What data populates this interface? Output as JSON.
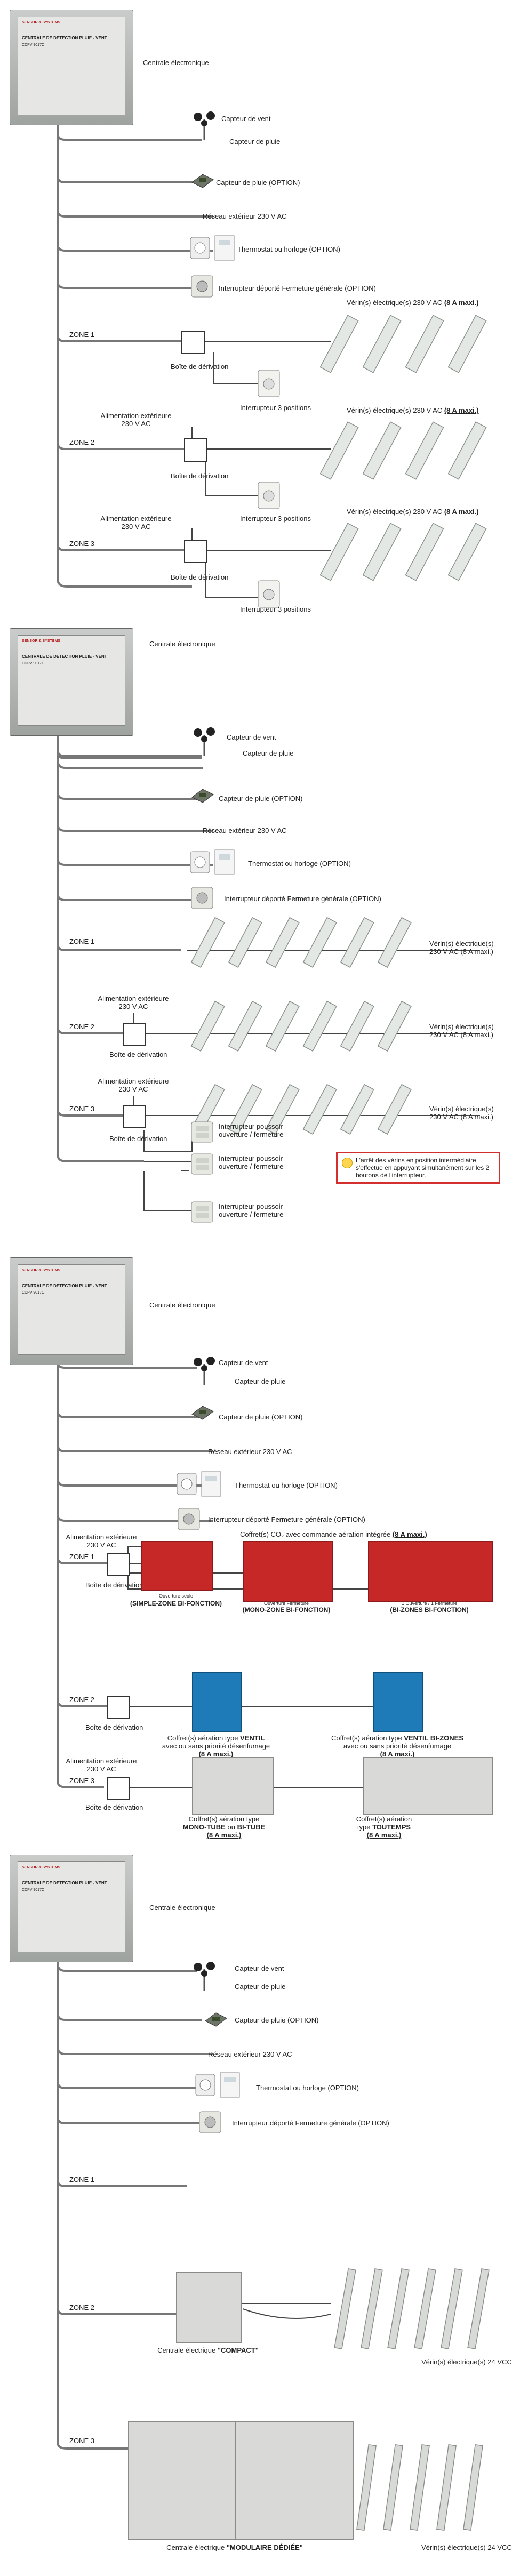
{
  "s1": {
    "centrale": "Centrale électronique",
    "cab_brand": "SENSOR & SYSTEMS",
    "cab_title": "CENTRALE DE DETECTION PLUIE - VENT",
    "cab_model": "CDPV 9017C",
    "vent": "Capteur de vent",
    "pluie": "Capteur de pluie",
    "pluie_opt": "Capteur de pluie (OPTION)",
    "reseau": "Réseau extérieur 230 V AC",
    "thermo": "Thermostat ou horloge (OPTION)",
    "inter": "Interrupteur déporté Fermeture générale (OPTION)",
    "verins": "Vérin(s) électrique(s) 230 V AC",
    "verins_max": "(8 A maxi.)",
    "zone1": "ZONE 1",
    "zone2": "ZONE 2",
    "zone3": "ZONE 3",
    "boite": "Boîte de dérivation",
    "inter3": "Interrupteur 3 positions",
    "alim1": "Alimentation extérieure",
    "alim2": "230 V AC"
  },
  "s2": {
    "centrale": "Centrale électronique",
    "vent": "Capteur de vent",
    "pluie": "Capteur de pluie",
    "pluie_opt": "Capteur de pluie (OPTION)",
    "reseau": "Réseau extérieur 230 V AC",
    "thermo": "Thermostat ou horloge (OPTION)",
    "inter": "Interrupteur déporté Fermeture générale (OPTION)",
    "zone1": "ZONE 1",
    "zone2": "ZONE 2",
    "zone3": "ZONE 3",
    "boite": "Boîte de dérivation",
    "alim1": "Alimentation extérieure",
    "alim2": "230 V AC",
    "verins1": "Vérin(s) électrique(s)",
    "verins2": "230 V AC (8 A maxi.)",
    "poussoir1": "Interrupteur poussoir",
    "poussoir2": "ouverture / fermeture",
    "warn": "L'arrêt des vérins en position intermédiaire s'effectue en appuyant simultanément sur les 2 boutons de l'interrupteur."
  },
  "s3": {
    "centrale": "Centrale électronique",
    "vent": "Capteur de vent",
    "pluie": "Capteur de pluie",
    "pluie_opt": "Capteur de pluie (OPTION)",
    "reseau": "Réseau extérieur 230 V AC",
    "thermo": "Thermostat ou horloge (OPTION)",
    "inter": "Interrupteur déporté Fermeture générale (OPTION)",
    "zone1": "ZONE 1",
    "zone2": "ZONE 2",
    "zone3": "ZONE 3",
    "boite": "Boîte de dérivation",
    "alim1": "Alimentation extérieure",
    "alim2": "230 V AC",
    "coffret_cmd": "Coffret(s) CO₂ avec commande aération intégrée",
    "coffret_cmd_max": "(8 A maxi.)",
    "sz_small": "Ouverture seule",
    "sz": "(SIMPLE-ZONE BI-FONCTION)",
    "mz_small": "Ouverture Fermeture",
    "mz": "(MONO-ZONE BI-FONCTION)",
    "bz_small": "1 Ouverture / 1 Fermeture",
    "bz": "(BI-ZONES BI-FONCTION)",
    "ventil_a": "Coffret(s) aération type",
    "ventil_b": "VENTIL",
    "ventil_c": "avec ou sans priorité désenfumage",
    "ventil_max": "(8 A maxi.)",
    "ventilbz_b": "VENTIL BI-ZONES",
    "mono_a": "Coffret(s) aération type",
    "mono_b": "MONO-TUBE",
    "mono_or": "ou",
    "mono_c": "BI-TUBE",
    "mono_max": "(8 A maxi.)",
    "tout_a": "Coffret(s) aération",
    "tout_b": "type",
    "tout_c": "TOUTEMPS",
    "tout_max": "(8 A maxi.)"
  },
  "s4": {
    "centrale": "Centrale électronique",
    "vent": "Capteur de vent",
    "pluie": "Capteur de pluie",
    "pluie_opt": "Capteur de pluie (OPTION)",
    "reseau": "Réseau extérieur 230 V AC",
    "thermo": "Thermostat ou horloge (OPTION)",
    "inter": "Interrupteur déporté Fermeture générale (OPTION)",
    "zone1": "ZONE 1",
    "zone2": "ZONE 2",
    "zone3": "ZONE 3",
    "compact_a": "Centrale électrique",
    "compact_b": "\"COMPACT\"",
    "modul_a": "Centrale électrique",
    "modul_b": "\"MODULAIRE DÉDIÉE\"",
    "verins24": "Vérin(s) électrique(s) 24 VCC"
  },
  "colors": {
    "line": "#6f6f6f",
    "red": "#c62828",
    "blue": "#1e7bb8"
  }
}
